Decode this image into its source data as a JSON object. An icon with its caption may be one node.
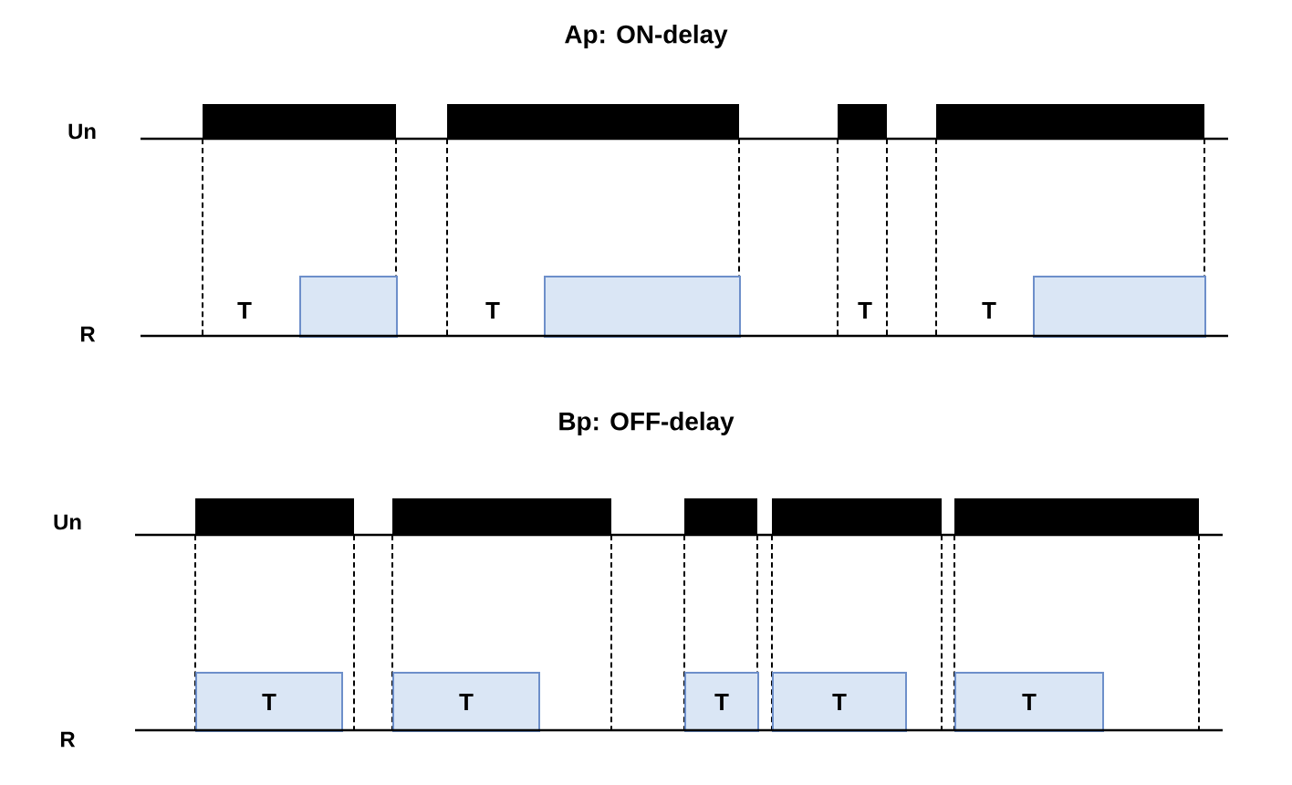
{
  "diagram": {
    "nodes": [
      {
        "text": [],
        "shape": "box"
      },
      {
        "text": [],
        "shape": "box"
      },
      {
        "text": [],
        "shape": "box"
      },
      {
        "text": [
          "T"
        ]
      },
      {
        "text": [
          "T"
        ]
      },
      {
        "text": [
          "T"
        ]
      },
      {
        "text": [
          "T"
        ]
      },
      {
        "text": [
          "T"
        ]
      }
    ],
    "labels": [
      "Ap: ON-delay",
      "Un",
      "R",
      "T",
      "T",
      "T",
      "T",
      "Bp: OFF-delay",
      "Un",
      "R"
    ]
  }
}
